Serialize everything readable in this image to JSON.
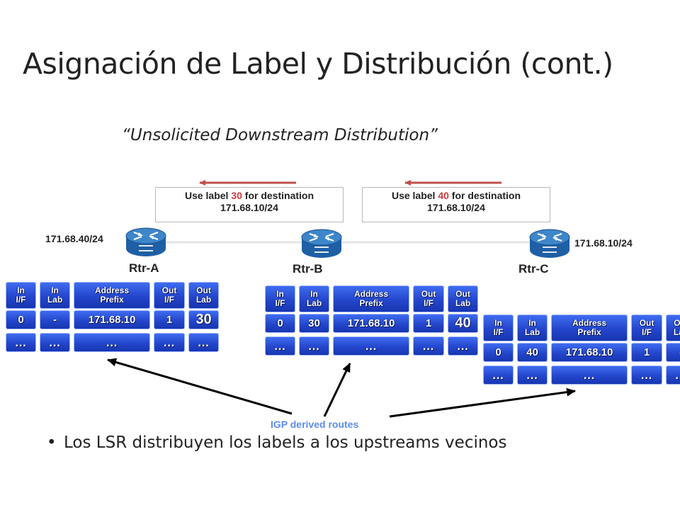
{
  "title": "Asignación de Label  y Distribución (cont.)",
  "subtitle": "“Unsolicited Downstream Distribution”",
  "messages": [
    {
      "prefix_text": "Use label ",
      "label": "30",
      "suffix_text": " for destination",
      "line2": "171.68.10/24"
    },
    {
      "prefix_text": "Use label ",
      "label": "40",
      "suffix_text": " for destination",
      "line2": "171.68.10/24"
    }
  ],
  "prefixes": {
    "left": "171.68.40/24",
    "right": "171.68.10/24"
  },
  "routers": [
    {
      "name": "Rtr-A",
      "icon": "router-icon"
    },
    {
      "name": "Rtr-B",
      "icon": "router-icon"
    },
    {
      "name": "Rtr-C",
      "icon": "router-icon"
    }
  ],
  "table_headers": [
    "In\nI/F",
    "In\nLab",
    "Address\nPrefix",
    "Out\nI/F",
    "Out\nLab"
  ],
  "tables": [
    {
      "router": "Rtr-A",
      "row": [
        "0",
        "-",
        "171.68.10",
        "1",
        "30"
      ],
      "more": [
        "…",
        "…",
        "…",
        "…",
        "…"
      ]
    },
    {
      "router": "Rtr-B",
      "row": [
        "0",
        "30",
        "171.68.10",
        "1",
        "40"
      ],
      "more": [
        "…",
        "…",
        "…",
        "…",
        "…"
      ]
    },
    {
      "router": "Rtr-C",
      "row": [
        "0",
        "40",
        "171.68.10",
        "1",
        "-"
      ],
      "more": [
        "…",
        "…",
        "…",
        "…",
        "…"
      ]
    }
  ],
  "igp_label": "IGP derived routes",
  "bullet": "Los LSR distribuyen los  labels a los upstreams vecinos",
  "colors": {
    "label_highlight": "#cc3b3b",
    "arrow_red": "#c0504d",
    "cell_blue": "#2446cc",
    "igp_text": "#5b8de8"
  }
}
